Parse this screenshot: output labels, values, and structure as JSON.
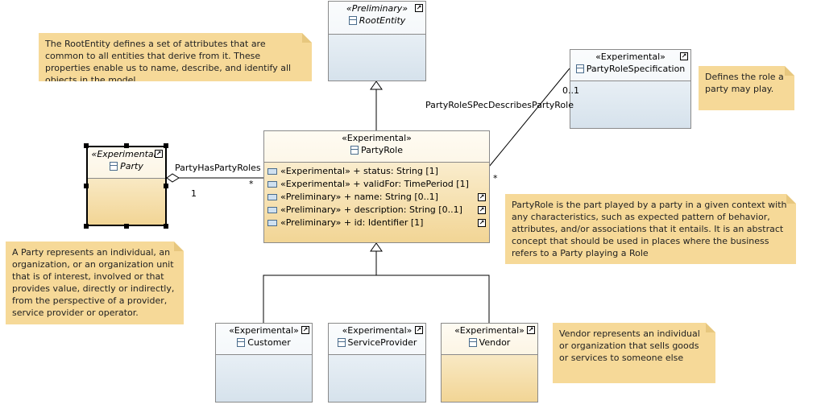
{
  "notes": {
    "root": "The RootEntity defines a set of attributes that are common to all entities that derive from it. These properties enable us to name, describe, and identify all objects in the model.",
    "role_spec": "Defines the role a party may play.",
    "party": "A Party represents an individual, an organization, or an organization unit that is of interest, involved or that provides value, directly or indirectly, from the perspective of a provider, service provider or operator.",
    "party_role": "PartyRole is the part played by a party in a given context with any characteristics, such as expected pattern of behavior, attributes, and/or associations that it entails. It is an abstract concept that should be used in places where the business refers to a Party playing a Role",
    "vendor": "Vendor represents an individual or organization that sells goods or services to someone else"
  },
  "classes": {
    "root_entity": {
      "stereotype": "«Preliminary»",
      "name": "RootEntity"
    },
    "party_role_spec": {
      "stereotype": "«Experimental»",
      "name": "PartyRoleSpecification"
    },
    "party": {
      "stereotype": "«Experimental»",
      "name": "Party"
    },
    "party_role": {
      "stereotype": "«Experimental»",
      "name": "PartyRole",
      "attributes": [
        {
          "text": "«Experimental»  + status: String [1]"
        },
        {
          "text": "«Experimental»  + validFor: TimePeriod [1]"
        },
        {
          "text": "«Preliminary»  + name: String [0..1]"
        },
        {
          "text": "«Preliminary»  + description: String [0..1]"
        },
        {
          "text": "«Preliminary»  + id: Identifier [1]"
        }
      ]
    },
    "customer": {
      "stereotype": "«Experimental»",
      "name": "Customer"
    },
    "service_provider": {
      "stereotype": "«Experimental»",
      "name": "ServiceProvider"
    },
    "vendor": {
      "stereotype": "«Experimental»",
      "name": "Vendor"
    }
  },
  "associations": {
    "party_has_roles": {
      "label": "PartyHasPartyRoles",
      "source_mult": "1",
      "target_mult": "*"
    },
    "spec_describes_role": {
      "label": "PartyRoleSPecDescribesPartyRole",
      "source_mult": "0..1",
      "target_mult": "*"
    }
  },
  "icons": {
    "class": "class-icon",
    "attribute": "attribute-icon",
    "link": "shortcut-arrow-icon"
  },
  "colors": {
    "note": "#f6d998",
    "class_blue": "#d6e2ec",
    "class_yellow": "#f2d595"
  }
}
